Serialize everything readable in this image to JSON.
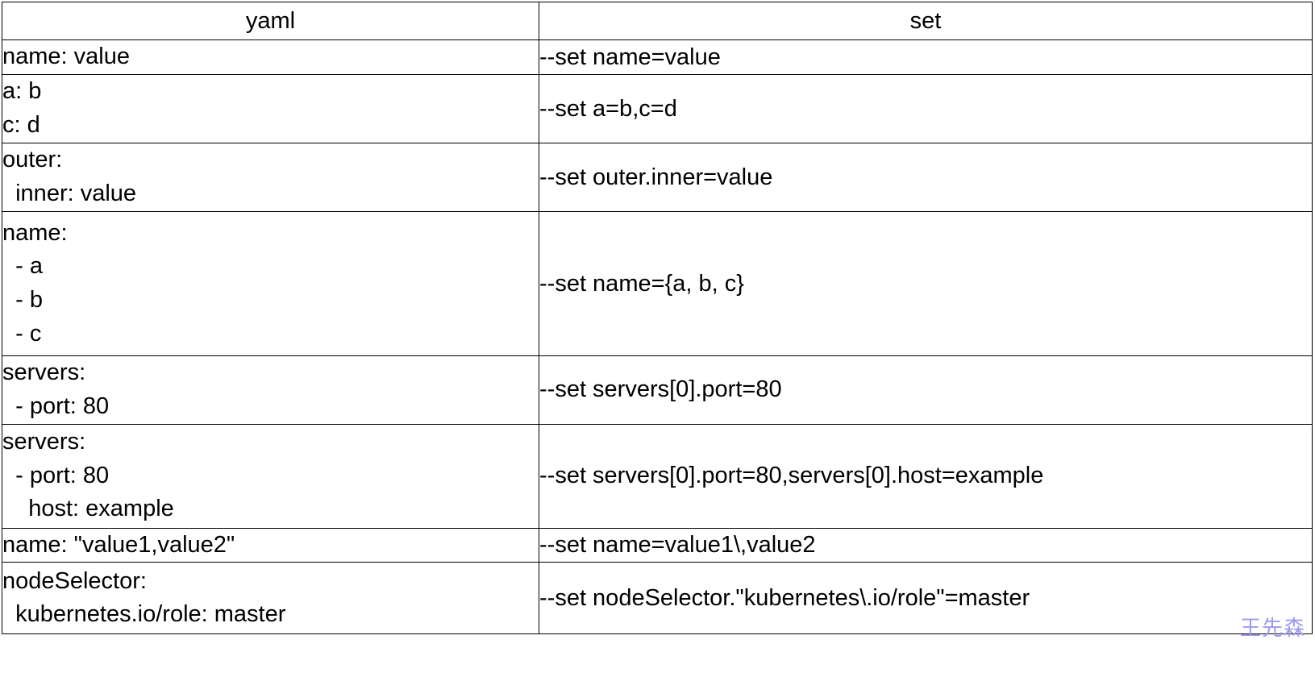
{
  "table": {
    "columns": [
      {
        "key": "yaml",
        "header": "yaml"
      },
      {
        "key": "set",
        "header": "set"
      }
    ],
    "rows": [
      {
        "yaml": "name: value",
        "set": "--set name=value"
      },
      {
        "yaml": "a: b\nc: d",
        "set": "--set a=b,c=d"
      },
      {
        "yaml": "outer:\n  inner: value",
        "set": "--set outer.inner=value"
      },
      {
        "yaml": "name:\n  - a\n  - b\n  - c",
        "set": "--set name={a, b, c}"
      },
      {
        "yaml": "servers:\n  - port: 80",
        "set": "--set servers[0].port=80"
      },
      {
        "yaml": "servers:\n  - port: 80\n    host: example",
        "set": "--set servers[0].port=80,servers[0].host=example"
      },
      {
        "yaml": "name: \"value1,value2\"",
        "set": "--set name=value1\\,value2"
      },
      {
        "yaml": "nodeSelector:\n  kubernetes.io/role: master",
        "set": "--set nodeSelector.\"kubernetes\\.io/role\"=master"
      }
    ]
  },
  "watermark": {
    "text": "王先森",
    "color": "#9a9aee"
  },
  "colors": {
    "border": "#000000",
    "text": "#000000",
    "background": "#ffffff"
  }
}
